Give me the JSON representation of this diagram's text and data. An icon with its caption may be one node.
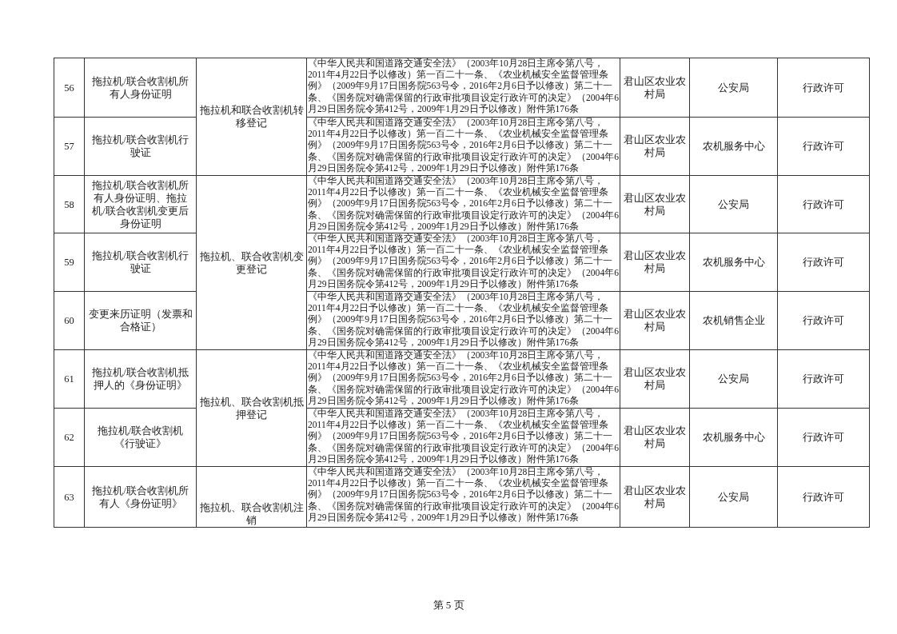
{
  "diagram": {
    "labels": [
      "56",
      "拖拉机/联合收割机所有人身份证明",
      "拖拉机和联合收割机转移登记",
      "《中华人民共和国道路交通安全法》（2003年10月28日主席令第八号，2011年4月22日予以修改）第一百二十一条、《农业机械安全监督管理条例》（2009年9月17日国务院563号令，2016年2月6日予以修改）第二十一条、《国务院对确需保留的行政审批项目设定行政许可的决定》（2004年6月29日国务院令第412号，2009年1月29日予以修改）附件第176条",
      "君山区农业农村局",
      "公安局",
      "行政许可",
      "57",
      "拖拉机/联合收割机行驶证",
      "《中华人民共和国道路交通安全法》（2003年10月28日主席令第八号，2011年4月22日予以修改）第一百二十一条、《农业机械安全监督管理条例》（2009年9月17日国务院563号令，2016年2月6日予以修改）第二十一条、《国务院对确需保留的行政审批项目设定行政许可的决定》（2004年6月29日国务院令第412号，2009年1月29日予以修改）附件第176条",
      "君山区农业农村局",
      "农机服务中心",
      "行政许可",
      "58",
      "拖拉机/联合收割机所有人身份证明、拖拉机/联合收割机变更后身份证明",
      "拖拉机、联合收割机变更登记",
      "《中华人民共和国道路交通安全法》（2003年10月28日主席令第八号，2011年4月22日予以修改）第一百二十一条、《农业机械安全监督管理条例》（2009年9月17日国务院563号令，2016年2月6日予以修改）第二十一条、《国务院对确需保留的行政审批项目设定行政许可的决定》（2004年6月29日国务院令第412号，2009年1月29日予以修改）附件第176条",
      "君山区农业农村局",
      "公安局",
      "行政许可",
      "59",
      "拖拉机/联合收割机行驶证",
      "《中华人民共和国道路交通安全法》（2003年10月28日主席令第八号，2011年4月22日予以修改）第一百二十一条、《农业机械安全监督管理条例》（2009年9月17日国务院563号令，2016年2月6日予以修改）第二十一条、《国务院对确需保留的行政审批项目设定行政许可的决定》（2004年6月29日国务院令第412号，2009年1月29日予以修改）附件第176条",
      "君山区农业农村局",
      "农机服务中心",
      "行政许可",
      "60",
      "变更来历证明（发票和合格证）",
      "《中华人民共和国道路交通安全法》（2003年10月28日主席令第八号，2011年4月22日予以修改）第一百二十一条、《农业机械安全监督管理条例》（2009年9月17日国务院563号令，2016年2月6日予以修改）第二十一条、《国务院对确需保留的行政审批项目设定行政许可的决定》（2004年6月29日国务院令第412号，2009年1月29日予以修改）附件第176条",
      "君山区农业农村局",
      "农机销售企业",
      "行政许可",
      "61",
      "拖拉机/联合收割机抵押人的《身份证明》",
      "拖拉机、联合收割机抵押登记",
      "《中华人民共和国道路交通安全法》（2003年10月28日主席令第八号，2011年4月22日予以修改）第一百二十一条、《农业机械安全监督管理条例》（2009年9月17日国务院563号令，2016年2月6日予以修改）第二十一条、《国务院对确需保留的行政审批项目设定行政许可的决定》（2004年6月29日国务院令第412号，2009年1月29日予以修改）附件第176条",
      "君山区农业农村局",
      "公安局",
      "行政许可",
      "62",
      "拖拉机/联合收割机《行驶证》",
      "《中华人民共和国道路交通安全法》（2003年10月28日主席令第八号，2011年4月22日予以修改）第一百二十一条、《农业机械安全监督管理条例》（2009年9月17日国务院563号令，2016年2月6日予以修改）第二十一条、《国务院对确需保留的行政审批项目设定行政许可的决定》（2004年6月29日国务院令第412号，2009年1月29日予以修改）附件第176条",
      "君山区农业农村局",
      "农机服务中心",
      "行政许可",
      "63",
      "拖拉机/联合收割机所有人《身份证明》",
      "拖拉机、联合收割机注销",
      "《中华人民共和国道路交通安全法》（2003年10月28日主席令第八号，2011年4月22日予以修改）第一百二十一条、《农业机械安全监督管理条例》（2009年9月17日国务院563号令，2016年2月6日予以修改）第二十一条、《国务院对确需保留的行政审批项目设定行政许可的决定》（2004年6月29日国务院令第412号，2009年1月29日予以修改）附件第176条",
      "君山区农业农村局",
      "公安局",
      "行政许可",
      "第 5 页"
    ]
  }
}
